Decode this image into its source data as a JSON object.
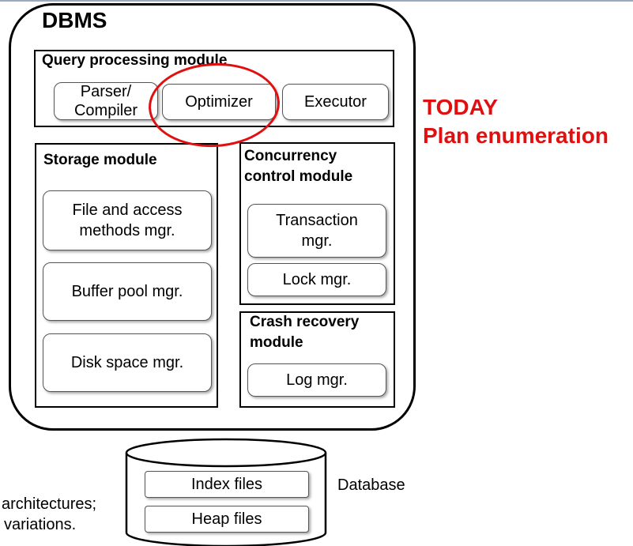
{
  "diagram": {
    "title": "DBMS",
    "query_module": {
      "title": "Query processing module",
      "components": [
        "Parser/\nCompiler",
        "Optimizer",
        "Executor"
      ]
    },
    "storage_module": {
      "title": "Storage module",
      "components": [
        "File and access\nmethods mgr.",
        "Buffer pool mgr.",
        "Disk space mgr."
      ]
    },
    "concurrency_module": {
      "title": "Concurrency\ncontrol module",
      "components": [
        "Transaction\nmgr.",
        "Lock mgr."
      ]
    },
    "crash_module": {
      "title": "Crash recovery\nmodule",
      "components": [
        "Log mgr."
      ]
    },
    "database": {
      "label": "Database",
      "files": [
        "Index files",
        "Heap files"
      ]
    },
    "annotation": {
      "line1": "TODAY",
      "line2": "Plan enumeration",
      "color": "#e01010"
    },
    "left_note": {
      "line1": "architectures;",
      "line2": "variations."
    }
  }
}
